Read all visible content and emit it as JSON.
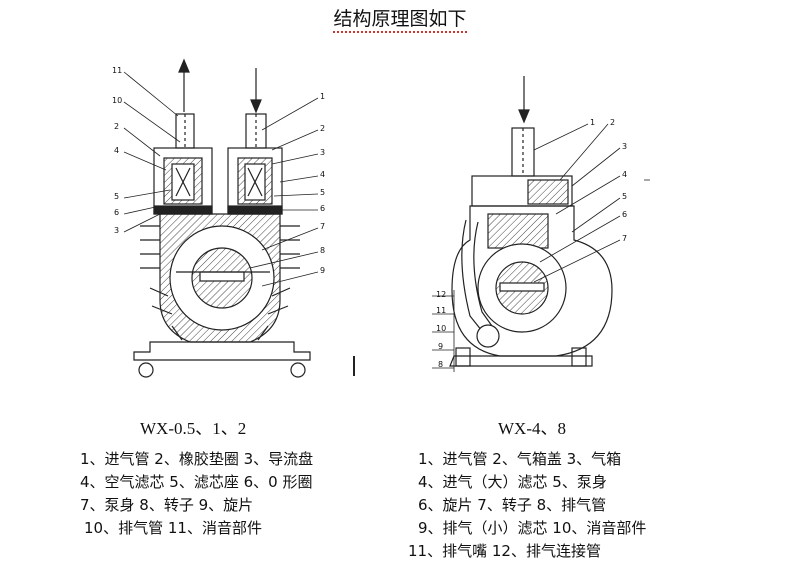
{
  "title": "结构原理图如下",
  "left_diagram": {
    "model": "WX-0.5、1、2",
    "callouts": [
      "11",
      "10",
      "2",
      "4",
      "5",
      "6",
      "3",
      "1",
      "2",
      "3",
      "4",
      "5",
      "6",
      "7",
      "8",
      "9"
    ],
    "legend": [
      "1、进气管  2、橡胶垫圈  3、导流盘",
      "4、空气滤芯  5、滤芯座   6、0 形圈",
      "7、泵身   8、转子    9、旋片",
      "10、排气管   11、消音部件"
    ]
  },
  "right_diagram": {
    "model": "WX-4、8",
    "callouts": [
      "1",
      "2",
      "3",
      "4",
      "5",
      "6",
      "7",
      "12",
      "11",
      "10",
      "9",
      "8"
    ],
    "legend": [
      "1、进气管   2、气箱盖 3、气箱",
      "4、进气（大）滤芯   5、泵身",
      "6、旋片   7、转子    8、排气管",
      "9、排气（小）滤芯   10、消音部件",
      "11、排气嘴    12、排气连接管"
    ]
  }
}
